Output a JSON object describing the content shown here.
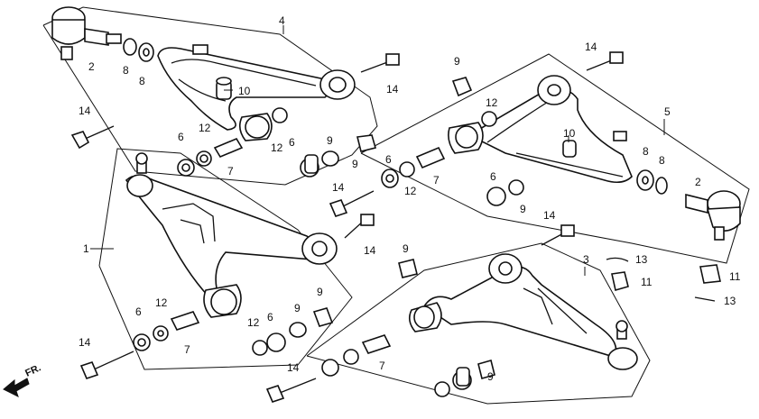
{
  "figure": {
    "callouts": [
      "1",
      "2",
      "2",
      "3",
      "4",
      "5",
      "6",
      "6",
      "6",
      "6",
      "6",
      "6",
      "7",
      "7",
      "7",
      "7",
      "8",
      "8",
      "8",
      "8",
      "9",
      "9",
      "9",
      "9",
      "9",
      "9",
      "9",
      "9",
      "10",
      "10",
      "11",
      "11",
      "12",
      "12",
      "12",
      "12",
      "12",
      "12",
      "13",
      "13",
      "14",
      "14",
      "14",
      "14",
      "14",
      "14",
      "14",
      "14"
    ],
    "front_indicator": "FR."
  }
}
